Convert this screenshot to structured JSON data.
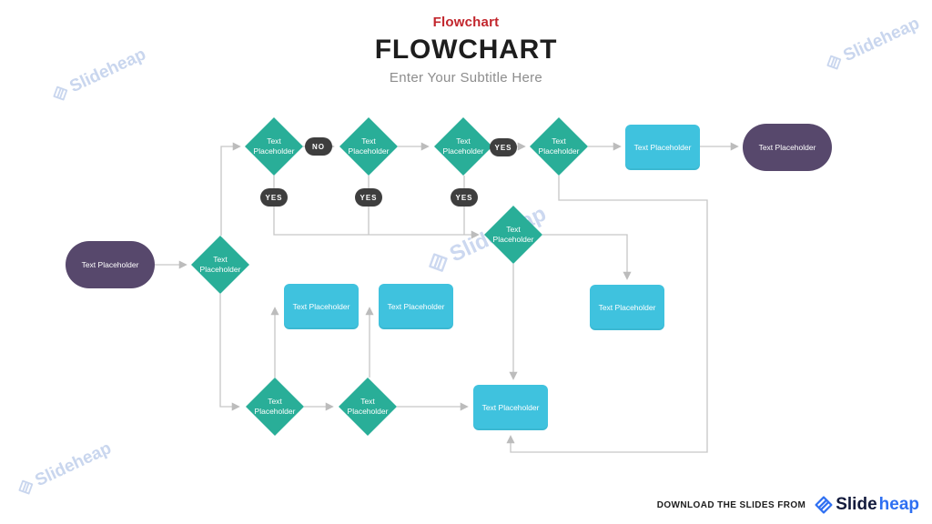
{
  "slide": {
    "eyebrow": "Flowchart",
    "title": "FLOWCHART",
    "subtitle": "Enter Your Subtitle Here"
  },
  "colors": {
    "accent_red": "#c2262d",
    "title_text": "#1d1d1d",
    "subtitle_text": "#8d8d8d",
    "diamond_teal": "#29ae98",
    "process_cyan": "#3fc2de",
    "terminal_purple": "#57486c",
    "badge_dark": "#3e3e3e",
    "connector_gray": "#c6c6c6",
    "watermark_blue": "#c9d6ee",
    "logo_blue": "#2e6ff2",
    "logo_navy": "#131b3d"
  },
  "nodes": [
    {
      "id": "start-terminal",
      "type": "stadium",
      "label": "Text Placeholder"
    },
    {
      "id": "decision-main",
      "type": "diamond",
      "label": "Text Placeholder"
    },
    {
      "id": "decision-top-1",
      "type": "diamond",
      "label": "Text Placeholder"
    },
    {
      "id": "decision-top-2",
      "type": "diamond",
      "label": "Text Placeholder"
    },
    {
      "id": "decision-top-3",
      "type": "diamond",
      "label": "Text Placeholder"
    },
    {
      "id": "decision-top-4",
      "type": "diamond",
      "label": "Text Placeholder"
    },
    {
      "id": "process-top-right",
      "type": "proc",
      "label": "Text Placeholder"
    },
    {
      "id": "end-terminal",
      "type": "stadium",
      "label": "Text Placeholder"
    },
    {
      "id": "decision-middle",
      "type": "diamond",
      "label": "Text Placeholder"
    },
    {
      "id": "process-mid-1",
      "type": "proc",
      "label": "Text Placeholder"
    },
    {
      "id": "process-mid-2",
      "type": "proc",
      "label": "Text Placeholder"
    },
    {
      "id": "process-mid-3",
      "type": "proc",
      "label": "Text Placeholder"
    },
    {
      "id": "decision-bottom-1",
      "type": "diamond",
      "label": "Text Placeholder"
    },
    {
      "id": "decision-bottom-2",
      "type": "diamond",
      "label": "Text Placeholder"
    },
    {
      "id": "process-bottom",
      "type": "proc",
      "label": "Text Placeholder"
    }
  ],
  "badges": [
    {
      "id": "badge-no-top",
      "label": "NO"
    },
    {
      "id": "badge-yes-top",
      "label": "YES"
    },
    {
      "id": "badge-yes-1",
      "label": "YES"
    },
    {
      "id": "badge-yes-2",
      "label": "YES"
    },
    {
      "id": "badge-yes-3",
      "label": "YES"
    }
  ],
  "watermark": {
    "text": "Slideheap"
  },
  "footer": {
    "prefix": "DOWNLOAD THE SLIDES FROM",
    "brand_slide": "Slide",
    "brand_heap": "heap"
  }
}
